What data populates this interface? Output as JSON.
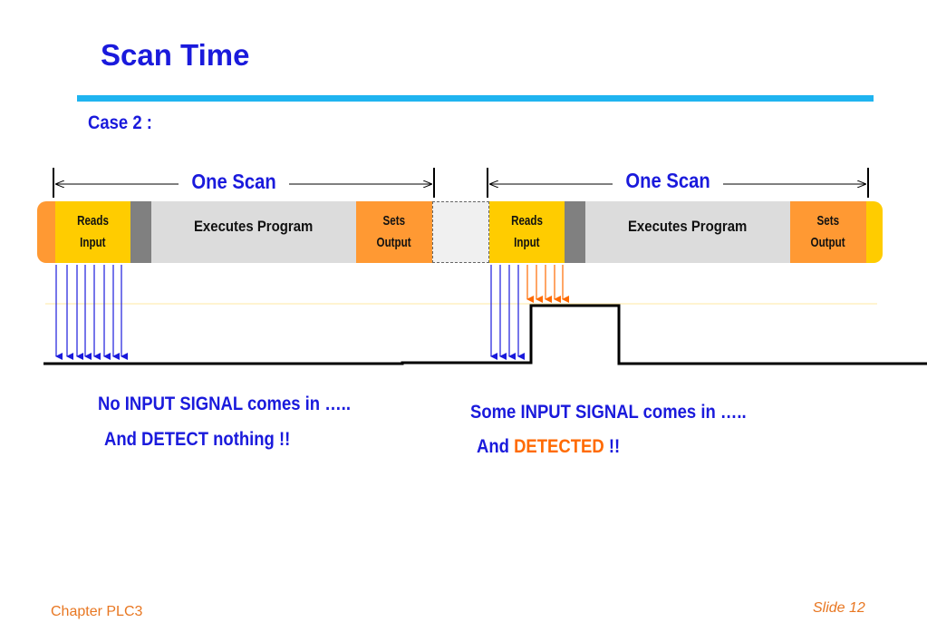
{
  "slide": {
    "title": "Scan Time",
    "case_label": "Case 2 :"
  },
  "scan_label": "One Scan",
  "blocks": {
    "reads_line1": "Reads",
    "reads_line2": "Input",
    "executes": "Executes Program",
    "sets_line1": "Sets",
    "sets_line2": "Output"
  },
  "captions": {
    "left_line1": "No INPUT SIGNAL comes in …..",
    "left_line2": "And DETECT nothing !!",
    "right_line1": "Some  INPUT SIGNAL comes in …..",
    "right_line2_prefix": "And",
    "right_line2_highlight": "DETECTED",
    "right_line2_suffix": "!!"
  },
  "footer": {
    "chapter": "Chapter PLC3",
    "slide_number": "Slide 12"
  },
  "colors": {
    "title": "#1a1adc",
    "rule": "#1fb4f0",
    "reads": "#ffcc00",
    "executes": "#dcdcdc",
    "sets": "#ff9933",
    "highlight": "#ff6a00",
    "arrow_blue": "#1a1adc",
    "arrow_orange": "#ff6a00"
  }
}
